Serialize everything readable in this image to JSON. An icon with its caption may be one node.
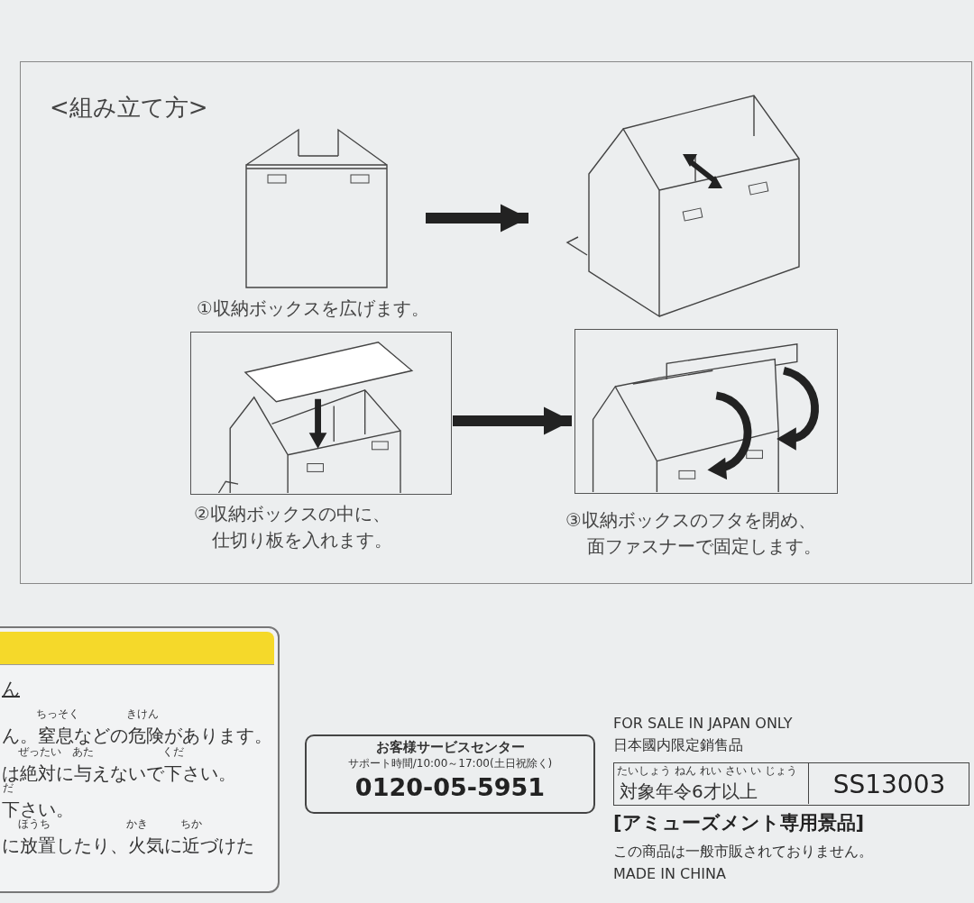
{
  "diagram": {
    "nodes": [
      {
        "text": [
          "<組み立て方>"
        ]
      },
      {
        "text": [],
        "shape": "picture",
        "in": 0,
        "beside": [
          "①収納ボックスを広げます。"
        ]
      },
      {
        "text": [],
        "shape": "picture",
        "in": 0
      },
      {
        "text": [],
        "shape": "picture",
        "in": 0,
        "beside": [
          "②収納ボックスの中に、仕切り板を入れます。"
        ]
      },
      {
        "text": [],
        "shape": "picture",
        "in": 0,
        "beside": [
          "③収納ボックスのフタを閉め、面ファスナーで固定します。"
        ]
      },
      {
        "text": [
          "ん",
          "ん。窒息などの危険があります。",
          "は絶対に与えないで下さい。",
          "下さい。",
          "に放置したり、火気に近づけた"
        ]
      },
      {
        "text": [
          "お客様サービスセンター",
          "サポート時間/10:00～17:00(土日祝除く)",
          "0120-05-5951"
        ]
      },
      {
        "text": [
          "対象年令6才以上",
          "SS13003"
        ]
      }
    ],
    "edges": [
      {
        "from": 1,
        "to": 2,
        "arrow": "to"
      },
      {
        "from": 3,
        "to": 4,
        "arrow": "to"
      }
    ],
    "labels": [
      "ちっそく",
      "きけん",
      "ぜったい",
      "あた",
      "くだ",
      "だ",
      "ほうち",
      "かき",
      "ちか",
      "FOR SALE IN JAPAN ONLY",
      "日本國内限定銷售品",
      "たいしょう",
      "ねん",
      "れい",
      "さい",
      "い",
      "じょう",
      "[アミューズメント専用景品]",
      "この商品は一般市販されておりません。",
      "MADE IN CHINA"
    ]
  }
}
